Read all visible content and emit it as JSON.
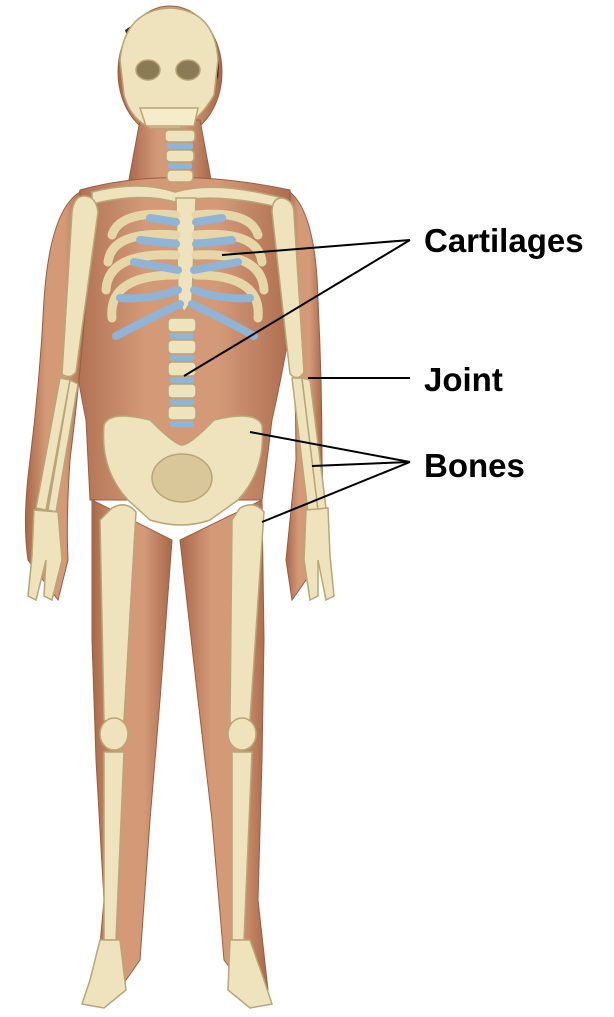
{
  "labels": {
    "cartilages": "Cartilages",
    "joint": "Joint",
    "bones": "Bones"
  },
  "colors": {
    "skin": "#c98d6b",
    "skin_shadow": "#a8684a",
    "bone": "#efe3bd",
    "bone_outline": "#c9b98a",
    "cartilage": "#8fb4d6",
    "hair": "#3a2a20",
    "leader_line": "#000000",
    "text": "#000000"
  }
}
